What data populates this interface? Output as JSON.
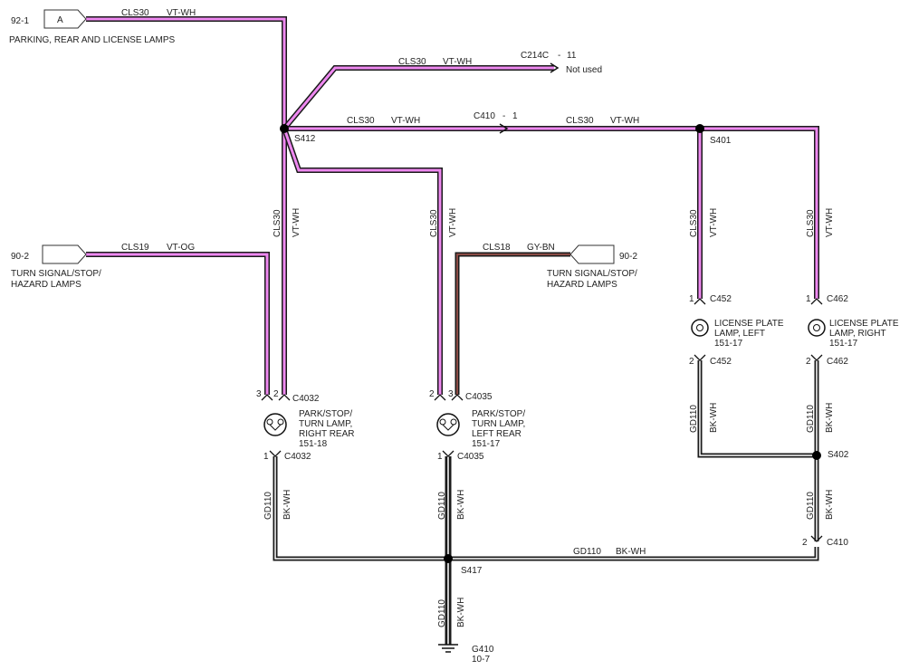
{
  "colors": {
    "vt_wh_core": "#ee88f0",
    "vt_wh_edge": "#8e3a92",
    "vt_og_core": "#ee88f0",
    "gy_bn_core": "#8a4a44",
    "gy_bn_edge": "#555555",
    "bk_wh_core": "#ffffff",
    "bk_wh_edge": "#111111"
  },
  "references": {
    "top_left": "92-1",
    "left_mid": "90-2",
    "right_mid": "90-2",
    "ground_page": "10-7"
  },
  "labels": {
    "parking_lamps": "PARKING, REAR AND LICENSE LAMPS",
    "turn_left_1": "TURN SIGNAL/STOP/",
    "turn_left_2": "HAZARD LAMPS",
    "turn_right_1": "TURN SIGNAL/STOP/",
    "turn_right_2": "HAZARD LAMPS",
    "not_used": "Not used"
  },
  "connector_letter": "A",
  "wire_codes": {
    "cls30": "CLS30",
    "vt_wh": "VT-WH",
    "cls19": "CLS19",
    "vt_og": "VT-OG",
    "cls18": "CLS18",
    "gy_bn": "GY-BN",
    "gd110": "GD110",
    "bk_wh": "BK-WH"
  },
  "connectors": {
    "c214c": "C214C",
    "c214c_pin": "11",
    "c410": "C410",
    "c410_pin_top": "1",
    "c410_pin_bottom": "2",
    "c4032": "C4032",
    "c4035": "C4035",
    "c452": "C452",
    "c462": "C462",
    "dash": "-"
  },
  "splices": {
    "s412": "S412",
    "s401": "S401",
    "s402": "S402",
    "s417": "S417"
  },
  "ground": "G410",
  "pins": {
    "p1": "1",
    "p2": "2",
    "p3": "3"
  },
  "components": {
    "rr_lamp": [
      "PARK/STOP/",
      "TURN LAMP,",
      "RIGHT REAR",
      "151-18"
    ],
    "lr_lamp": [
      "PARK/STOP/",
      "TURN LAMP,",
      "LEFT REAR",
      "151-17"
    ],
    "lp_left": [
      "LICENSE PLATE",
      "LAMP, LEFT",
      "151-17"
    ],
    "lp_right": [
      "LICENSE PLATE",
      "LAMP, RIGHT",
      "151-17"
    ]
  }
}
